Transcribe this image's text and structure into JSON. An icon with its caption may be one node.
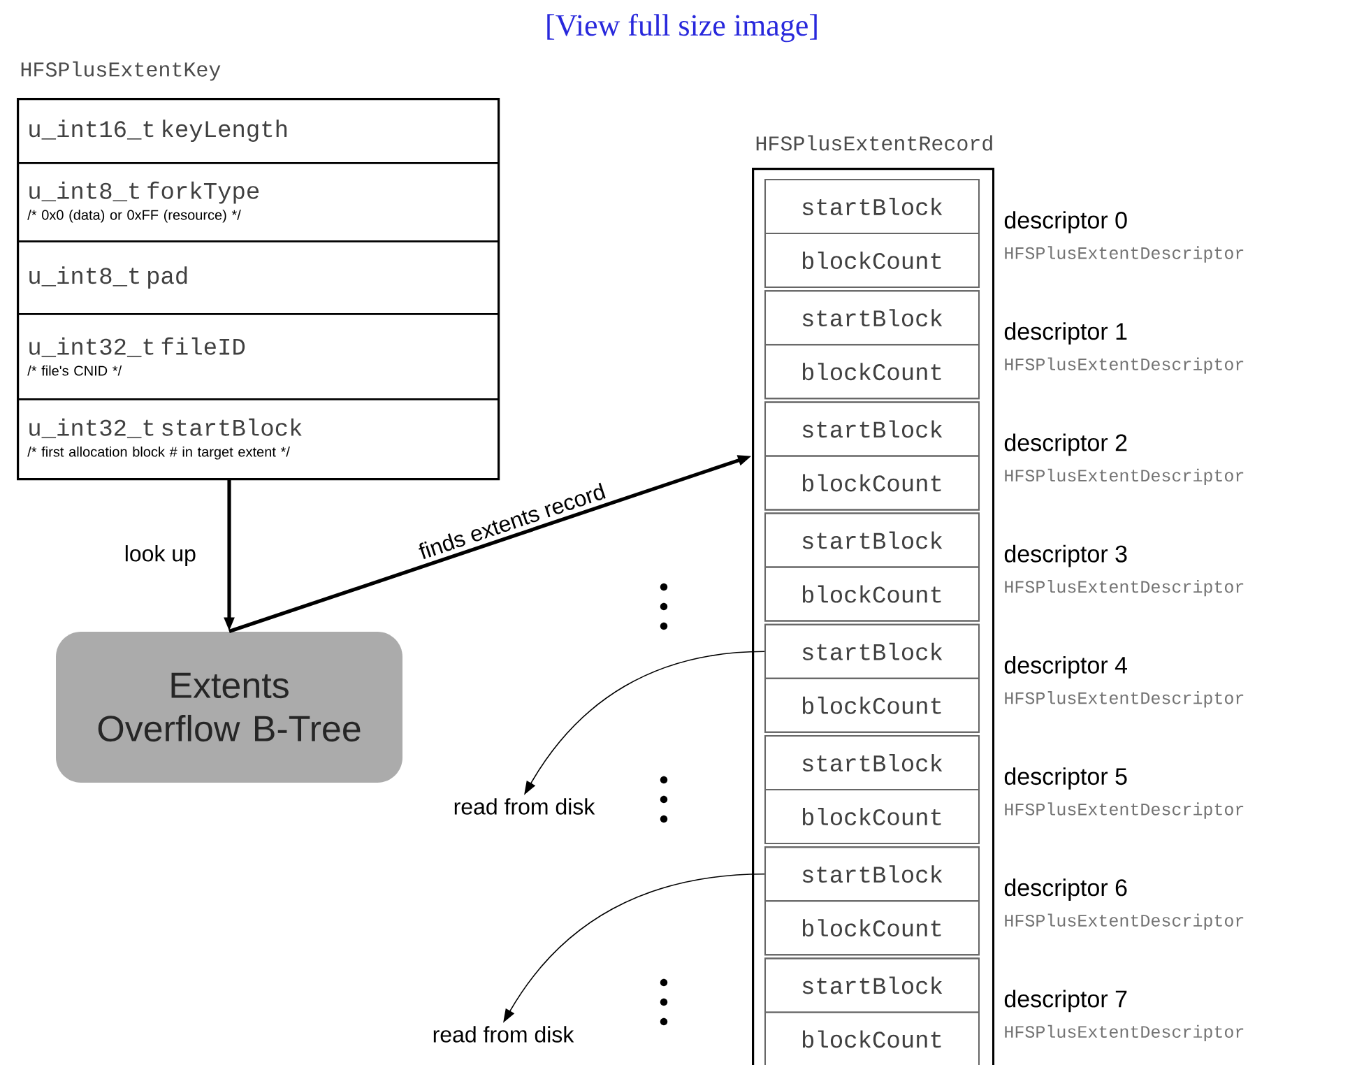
{
  "diagram": {
    "nodes": [
      {
        "text": [
          "HFSPlusExtentKey"
        ]
      },
      {
        "text": [
          "u_int16_t keyLength"
        ],
        "in": 0
      },
      {
        "text": [
          "u_int8_t  forkType",
          "/* 0x0 (data) or 0xFF (resource) */"
        ],
        "in": 0
      },
      {
        "text": [
          "u_int8_t  pad"
        ],
        "in": 0
      },
      {
        "text": [
          "u_int32_t fileID",
          "/* file's CNID */"
        ],
        "in": 0
      },
      {
        "text": [
          "u_int32_t startBlock",
          "/* first allocation block # in target extent */"
        ],
        "in": 0
      },
      {
        "text": [
          "Extents Overflow B-Tree"
        ]
      },
      {
        "text": [
          "HFSPlusExtentRecord"
        ]
      },
      {
        "text": [],
        "shape": "box",
        "in": 7,
        "beside": [
          "descriptor 0",
          "HFSPlusExtentDescriptor"
        ]
      },
      {
        "text": [
          "startBlock"
        ],
        "in": 8
      },
      {
        "text": [
          "blockCount"
        ],
        "in": 8
      },
      {
        "text": [],
        "shape": "box",
        "in": 7,
        "beside": [
          "descriptor 1",
          "HFSPlusExtentDescriptor"
        ]
      },
      {
        "text": [
          "startBlock"
        ],
        "in": 11
      },
      {
        "text": [
          "blockCount"
        ],
        "in": 11
      },
      {
        "text": [],
        "shape": "box",
        "in": 7,
        "beside": [
          "descriptor 2",
          "HFSPlusExtentDescriptor"
        ]
      },
      {
        "text": [
          "startBlock"
        ],
        "in": 14
      },
      {
        "text": [
          "blockCount"
        ],
        "in": 14
      },
      {
        "text": [],
        "shape": "box",
        "in": 7,
        "beside": [
          "descriptor 3",
          "HFSPlusExtentDescriptor"
        ]
      },
      {
        "text": [
          "startBlock"
        ],
        "in": 17
      },
      {
        "text": [
          "blockCount"
        ],
        "in": 17
      },
      {
        "text": [],
        "shape": "box",
        "in": 7,
        "beside": [
          "descriptor 4",
          "HFSPlusExtentDescriptor"
        ]
      },
      {
        "text": [
          "startBlock"
        ],
        "in": 20
      },
      {
        "text": [
          "blockCount"
        ],
        "in": 20
      },
      {
        "text": [],
        "shape": "box",
        "in": 7,
        "beside": [
          "descriptor 5",
          "HFSPlusExtentDescriptor"
        ]
      },
      {
        "text": [
          "startBlock"
        ],
        "in": 23
      },
      {
        "text": [
          "blockCount"
        ],
        "in": 23
      },
      {
        "text": [],
        "shape": "box",
        "in": 7,
        "beside": [
          "descriptor 6",
          "HFSPlusExtentDescriptor"
        ]
      },
      {
        "text": [
          "startBlock"
        ],
        "in": 26
      },
      {
        "text": [
          "blockCount"
        ],
        "in": 26
      },
      {
        "text": [],
        "shape": "box",
        "in": 7,
        "beside": [
          "descriptor 7",
          "HFSPlusExtentDescriptor"
        ]
      },
      {
        "text": [
          "startBlock"
        ],
        "in": 29
      },
      {
        "text": [
          "blockCount"
        ],
        "in": 29
      },
      {
        "text": [
          "read from disk"
        ]
      },
      {
        "text": [
          "read from disk"
        ]
      }
    ],
    "edges": [
      {
        "from": 5,
        "to": 6,
        "arrow": "to",
        "label": "look up",
        "style": "thick"
      },
      {
        "from": 6,
        "to": 14,
        "arrow": "to",
        "label": "finds extents record",
        "style": "thick"
      },
      {
        "from": 21,
        "to": 32,
        "arrow": "to"
      },
      {
        "from": 27,
        "to": 33,
        "arrow": "to"
      }
    ],
    "labels": [
      "[View full size image]"
    ]
  }
}
